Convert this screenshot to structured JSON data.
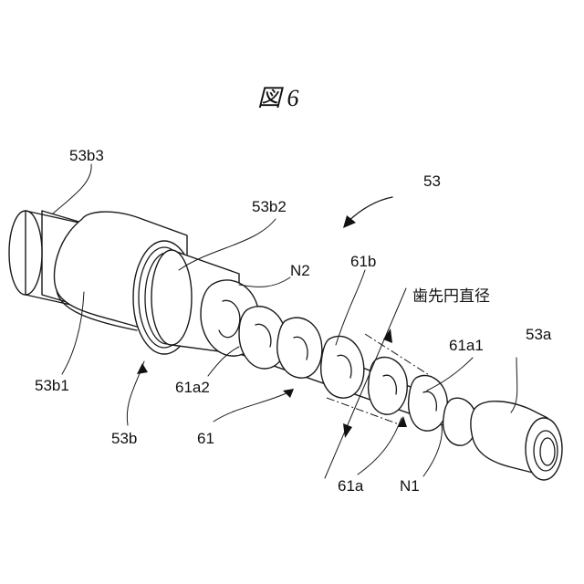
{
  "figure": {
    "title": "図 6"
  },
  "labels": {
    "l53": "53",
    "l53a": "53a",
    "l53b": "53b",
    "l53b1": "53b1",
    "l53b2": "53b2",
    "l53b3": "53b3",
    "l61": "61",
    "l61a": "61a",
    "l61a1": "61a1",
    "l61a2": "61a2",
    "l61b": "61b",
    "lN1": "N1",
    "lN2": "N2",
    "tip_diameter": "歯先円直径"
  }
}
